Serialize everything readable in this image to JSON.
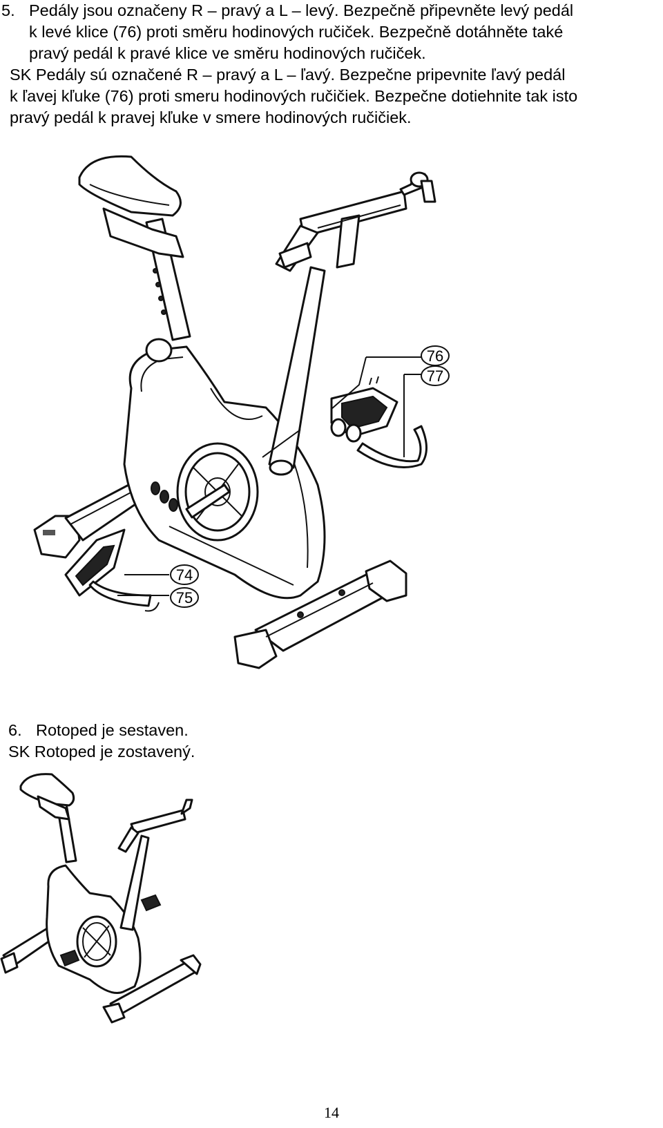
{
  "step5": {
    "number": "5.",
    "lines": [
      "Pedály jsou označeny R – pravý a L – levý.  Bezpečně připevněte levý pedál",
      "k levé klice (76) proti směru hodinových ručiček. Bezpečně dotáhněte také",
      "pravý pedál k pravé klice ve směru hodinových ručiček."
    ],
    "sk_lines": [
      "SK Pedály sú označené R – pravý a L – ľavý.  Bezpečne pripevnite ľavý pedál",
      "k ľavej kľuke (76) proti smeru hodinových ručičiek. Bezpečne dotiehnite tak isto",
      "pravý pedál k pravej kľuke v smere hodinových ručičiek."
    ]
  },
  "figure1": {
    "callouts": [
      "76",
      "77",
      "74",
      "75"
    ]
  },
  "step6": {
    "number": "6.",
    "text": "Rotoped je sestaven.",
    "sk_text": "SK Rotoped je zostavený."
  },
  "footer": {
    "page_number": "14"
  }
}
